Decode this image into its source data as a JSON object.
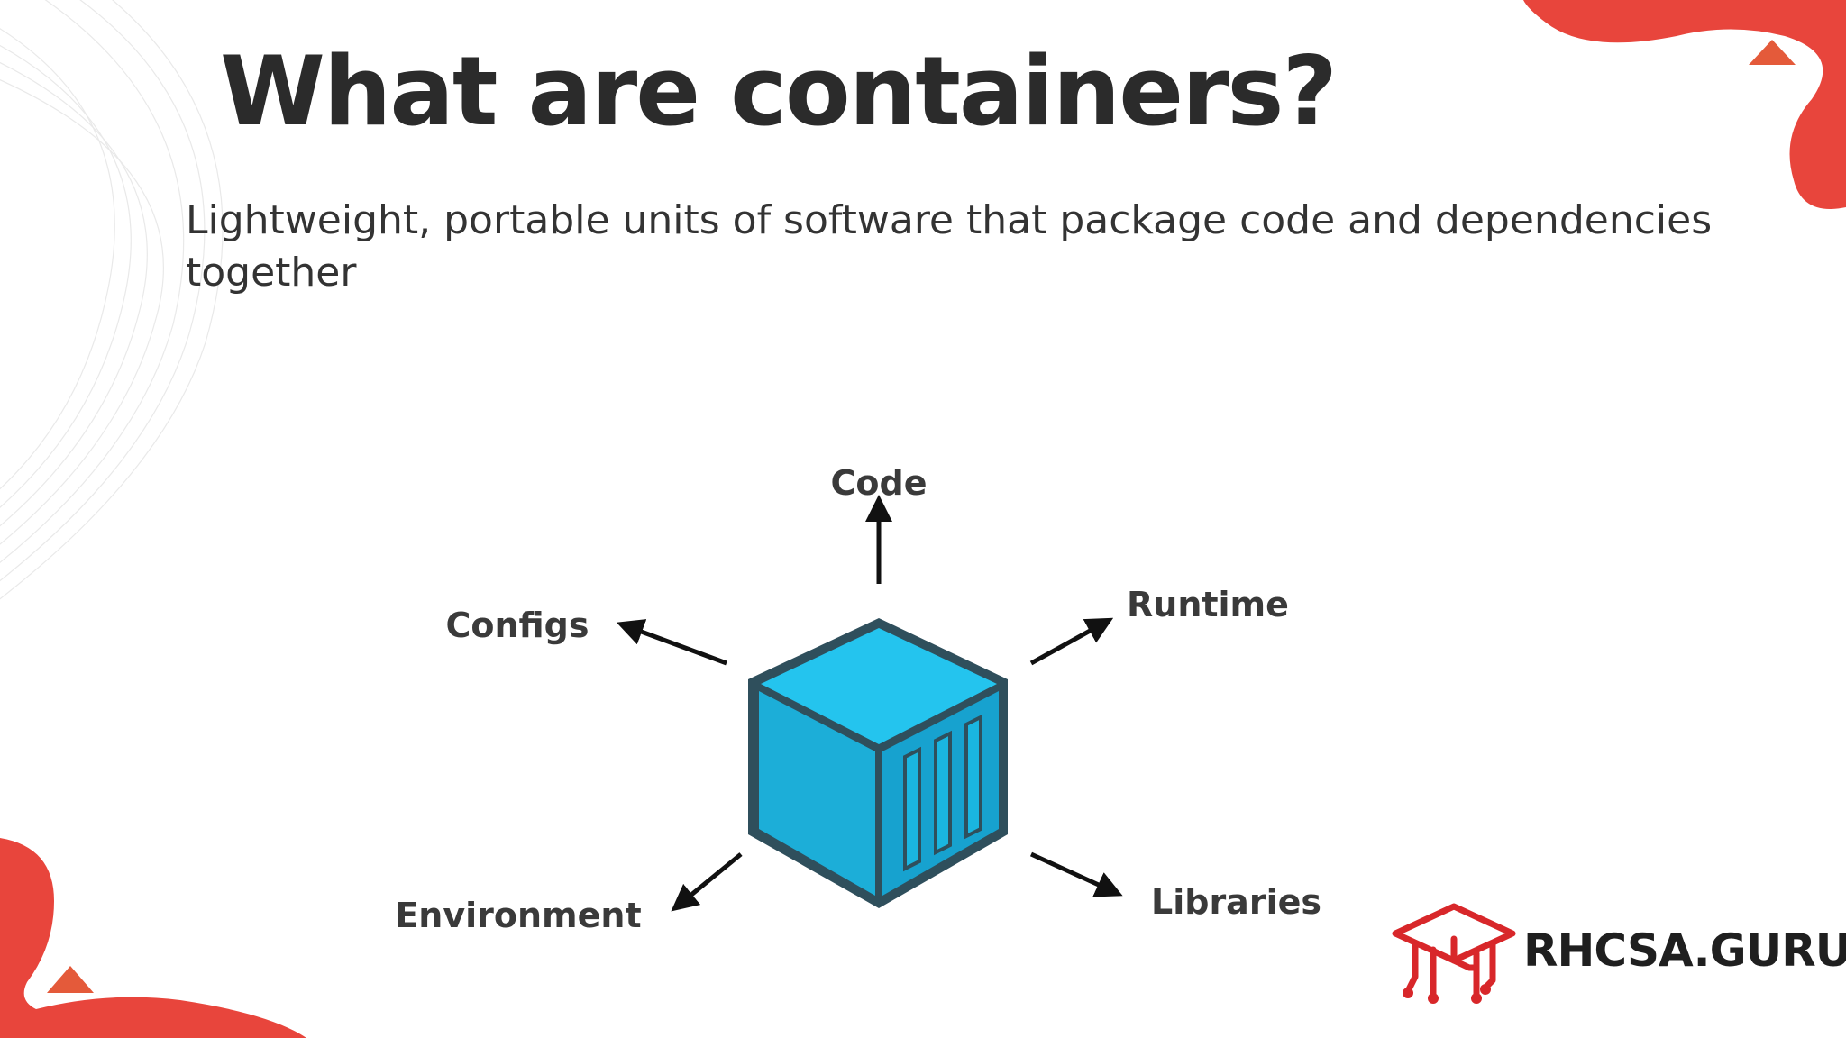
{
  "slide": {
    "title": "What are containers?",
    "subtitle": "Lightweight, portable units of software that package code and dependencies together"
  },
  "diagram": {
    "center": "container-cube-icon",
    "labels": {
      "code": "Code",
      "runtime": "Runtime",
      "configs": "Configs",
      "environment": "Environment",
      "libraries": "Libraries"
    }
  },
  "branding": {
    "logo_text": "RHCSA.GURU",
    "logo_icon": "graduation-cap-circuit-icon"
  },
  "colors": {
    "accent_red": "#e8453c",
    "cube_top": "#24c4ee",
    "cube_left": "#1caed8",
    "cube_right": "#17a2cf",
    "cube_outline": "#2f4f5c",
    "text_dark": "#2b2b2b"
  }
}
